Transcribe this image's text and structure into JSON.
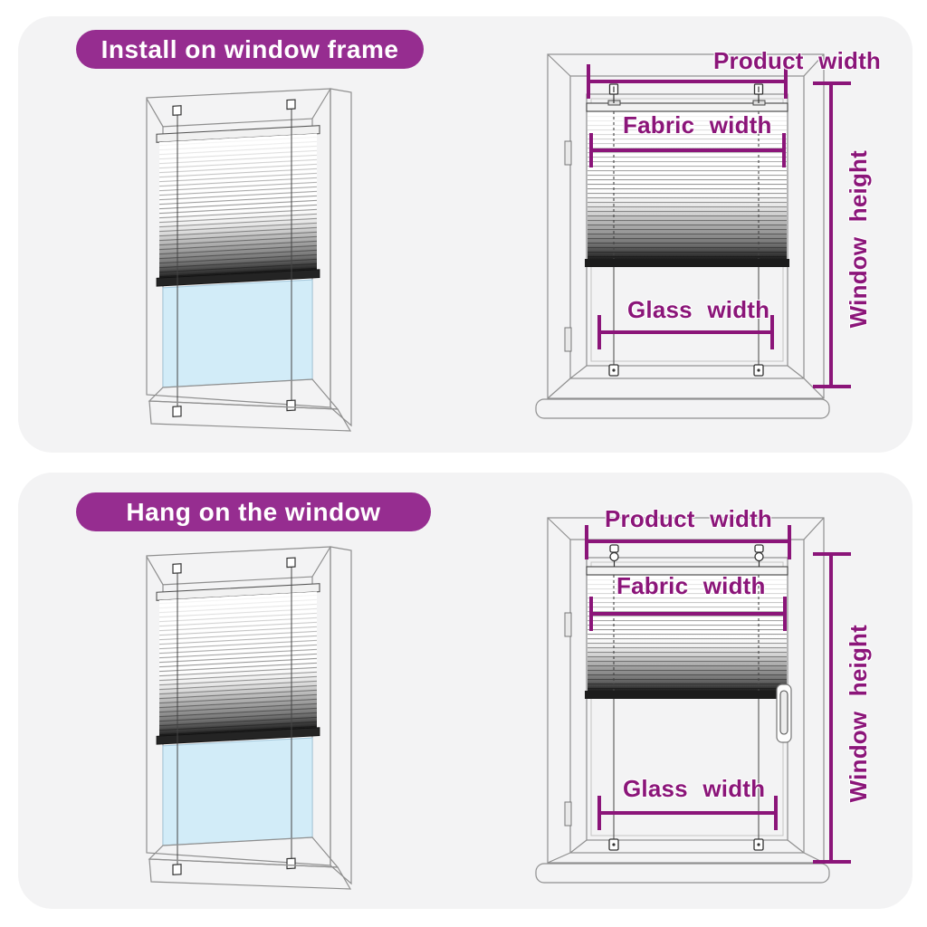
{
  "colors": {
    "panel_bg": "#f3f3f4",
    "banner_bg": "#962d90",
    "banner_text": "#ffffff",
    "dimension_purple": "#8b1579",
    "glass_blue": "#d2ecf8",
    "frame_line_gray": "#8f8f8f",
    "wall_gray": "#c9c9c9",
    "blind_dark_rail": "#1c1c1c"
  },
  "panels": [
    {
      "banner": "Install on window frame",
      "labels": {
        "product_width": "Product width",
        "fabric_width": "Fabric width",
        "glass_width": "Glass width",
        "window_height": "Window height"
      }
    },
    {
      "banner": "Hang on the window",
      "labels": {
        "product_width": "Product width",
        "fabric_width": "Fabric width",
        "glass_width": "Glass width",
        "window_height": "Window height"
      }
    }
  ]
}
